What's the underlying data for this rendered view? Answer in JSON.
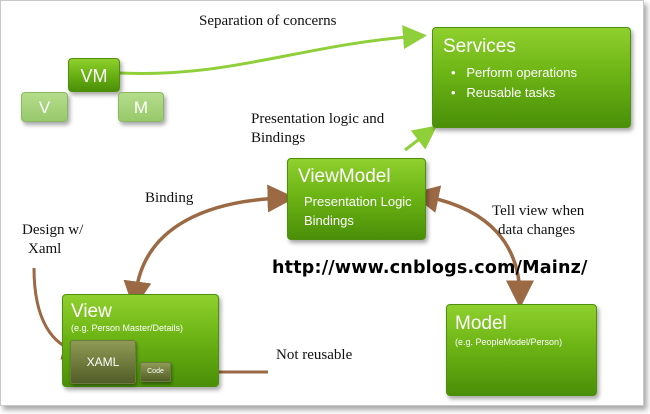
{
  "labels": {
    "separation": "Separation of concerns",
    "presentation_line1": "Presentation logic and",
    "presentation_line2": "Bindings",
    "binding": "Binding",
    "design_line1": "Design w/",
    "design_line2": "Xaml",
    "tell_line1": "Tell view when",
    "tell_line2": "data changes",
    "not_reusable": "Not reusable",
    "url": "http://www.cnblogs.com/Mainz/"
  },
  "mini_diagram": {
    "vm": "VM",
    "v": "V",
    "m": "M"
  },
  "services": {
    "title": "Services",
    "bullets": [
      "Perform operations",
      "Reusable tasks"
    ]
  },
  "viewmodel": {
    "title": "ViewModel",
    "lines": [
      "Presentation Logic",
      "Bindings"
    ]
  },
  "view": {
    "title": "View",
    "subtitle": "(e.g. Person Master/Details)",
    "xaml": "XAML",
    "code": "Code"
  },
  "model": {
    "title": "Model",
    "subtitle": "(e.g. PeopleModel/Person)"
  },
  "colors": {
    "green_box": "#6db515",
    "light_green_box": "#a8d37c",
    "arrow_brown": "#9b6a45",
    "arrow_green": "#8fcf3a"
  }
}
